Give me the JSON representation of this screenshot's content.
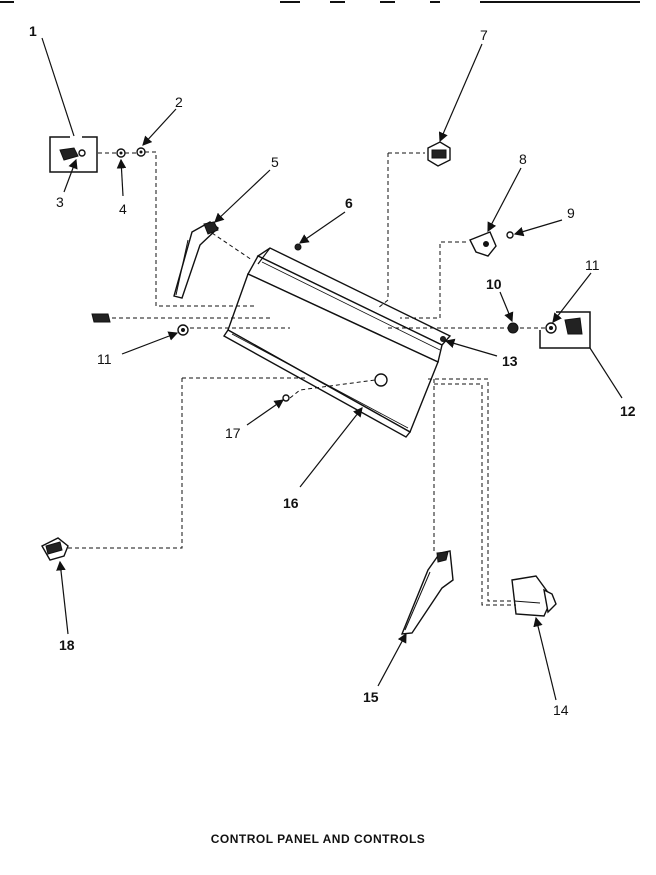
{
  "caption": "CONTROL PANEL AND CONTROLS",
  "callouts": [
    "1",
    "2",
    "3",
    "4",
    "5",
    "6",
    "7",
    "8",
    "9",
    "10",
    "11",
    "11",
    "12",
    "13",
    "14",
    "15",
    "16",
    "17",
    "18"
  ]
}
